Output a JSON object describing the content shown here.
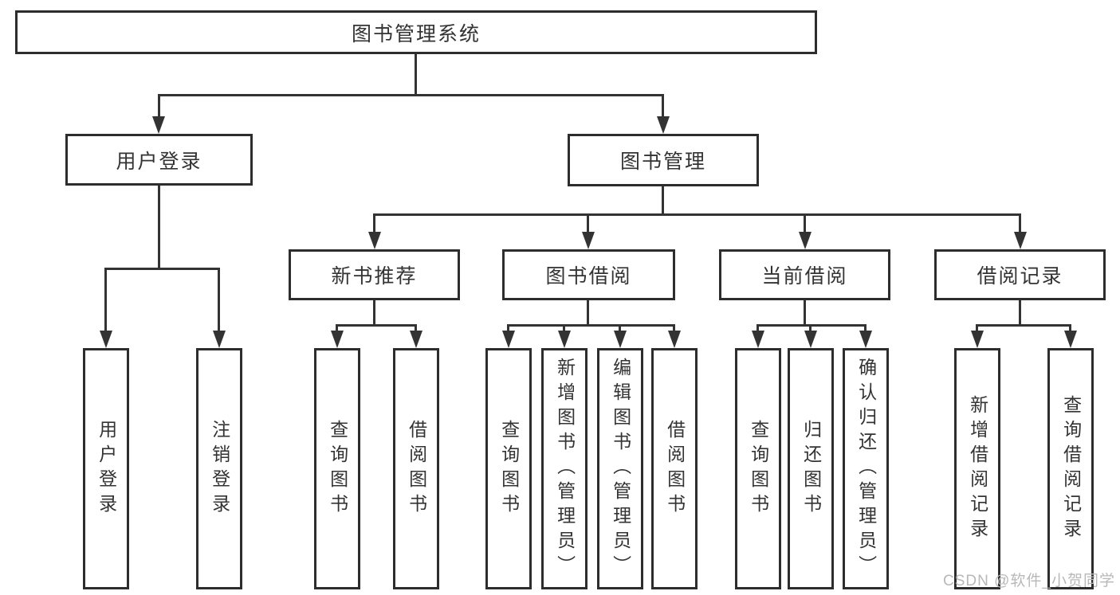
{
  "nodes": {
    "root": "图书管理系统",
    "user_login": "用户登录",
    "book_mgmt": "图书管理",
    "new_book_rec": "新书推荐",
    "book_borrow": "图书借阅",
    "current_borrow": "当前借阅",
    "borrow_records": "借阅记录",
    "leaf_user_login": "用户登录",
    "leaf_logout": "注销登录",
    "leaf_rec_query_book": "查询图书",
    "leaf_rec_borrow_book": "借阅图书",
    "leaf_bb_query_book": "查询图书",
    "leaf_bb_add_book": "新增图书（管理员）",
    "leaf_bb_edit_book": "编辑图书（管理员）",
    "leaf_bb_borrow_book": "借阅图书",
    "leaf_cb_query_book": "查询图书",
    "leaf_cb_return_book": "归还图书",
    "leaf_cb_confirm_return": "确认归还（管理员）",
    "leaf_br_add_record": "新增借阅记录",
    "leaf_br_query_record": "查询借阅记录"
  },
  "hierarchy": {
    "图书管理系统": {
      "用户登录": [
        "用户登录",
        "注销登录"
      ],
      "图书管理": {
        "新书推荐": [
          "查询图书",
          "借阅图书"
        ],
        "图书借阅": [
          "查询图书",
          "新增图书（管理员）",
          "编辑图书（管理员）",
          "借阅图书"
        ],
        "当前借阅": [
          "查询图书",
          "归还图书",
          "确认归还（管理员）"
        ],
        "借阅记录": [
          "新增借阅记录",
          "查询借阅记录"
        ]
      }
    }
  },
  "watermark": "CSDN @软件_小贺同学",
  "colors": {
    "line": "#333333",
    "border": "#2d2d2d",
    "text": "#333333",
    "watermark": "#b8b8b8",
    "background": "#ffffff"
  }
}
